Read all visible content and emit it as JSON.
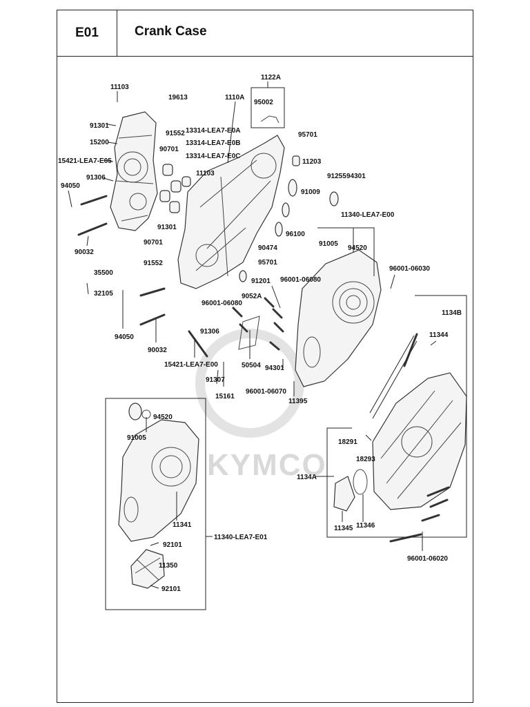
{
  "header": {
    "code": "E01",
    "title": "Crank Case"
  },
  "watermark": "KYMCO",
  "labels": {
    "p1122A": "1122A",
    "p11103a": "11103",
    "p19613": "19613",
    "p1110A": "1110A",
    "p95002": "95002",
    "p91301a": "91301",
    "p91552a": "91552",
    "p15200": "15200",
    "p13314A": "13314-LEA7-E0A",
    "p13314B": "13314-LEA7-E0B",
    "p13314C": "13314-LEA7-E0C",
    "p95701a": "95701",
    "p90701a": "90701",
    "p15421E05": "15421-LEA7-E05",
    "p11203": "11203",
    "p11103b": "11103",
    "p91306a": "91306",
    "p91255": "91255",
    "p94301a": "94301",
    "p94050a": "94050",
    "p91009": "91009",
    "p11340E00": "11340-LEA7-E00",
    "p91301b": "91301",
    "p96100": "96100",
    "p90032a": "90032",
    "p90701b": "90701",
    "p91005a": "91005",
    "p94520a": "94520",
    "p90474": "90474",
    "p35500": "35500",
    "p91552b": "91552",
    "p95701b": "95701",
    "p96001_06030": "96001-06030",
    "p91201": "91201",
    "p96001_06080a": "96001-06080",
    "p32105": "32105",
    "p9052A": "9052A",
    "p96001_06080b": "96001-06080",
    "p1134B": "1134B",
    "p94050b": "94050",
    "p91306b": "91306",
    "p11344": "11344",
    "p90032b": "90032",
    "p50504": "50504",
    "p94301b": "94301",
    "p15421E00": "15421-LEA7-E00",
    "p11395": "11395",
    "p91307": "91307",
    "p15161": "15161",
    "p96001_06070": "96001-06070",
    "p94520b": "94520",
    "p91005b": "91005",
    "p18291": "18291",
    "p18293": "18293",
    "p1134A": "1134A",
    "p11341": "11341",
    "p11340E01": "11340-LEA7-E01",
    "p11345": "11345",
    "p11346": "11346",
    "p92101a": "92101",
    "p11350": "11350",
    "p92101b": "92101",
    "p96001_06020": "96001-06020"
  }
}
